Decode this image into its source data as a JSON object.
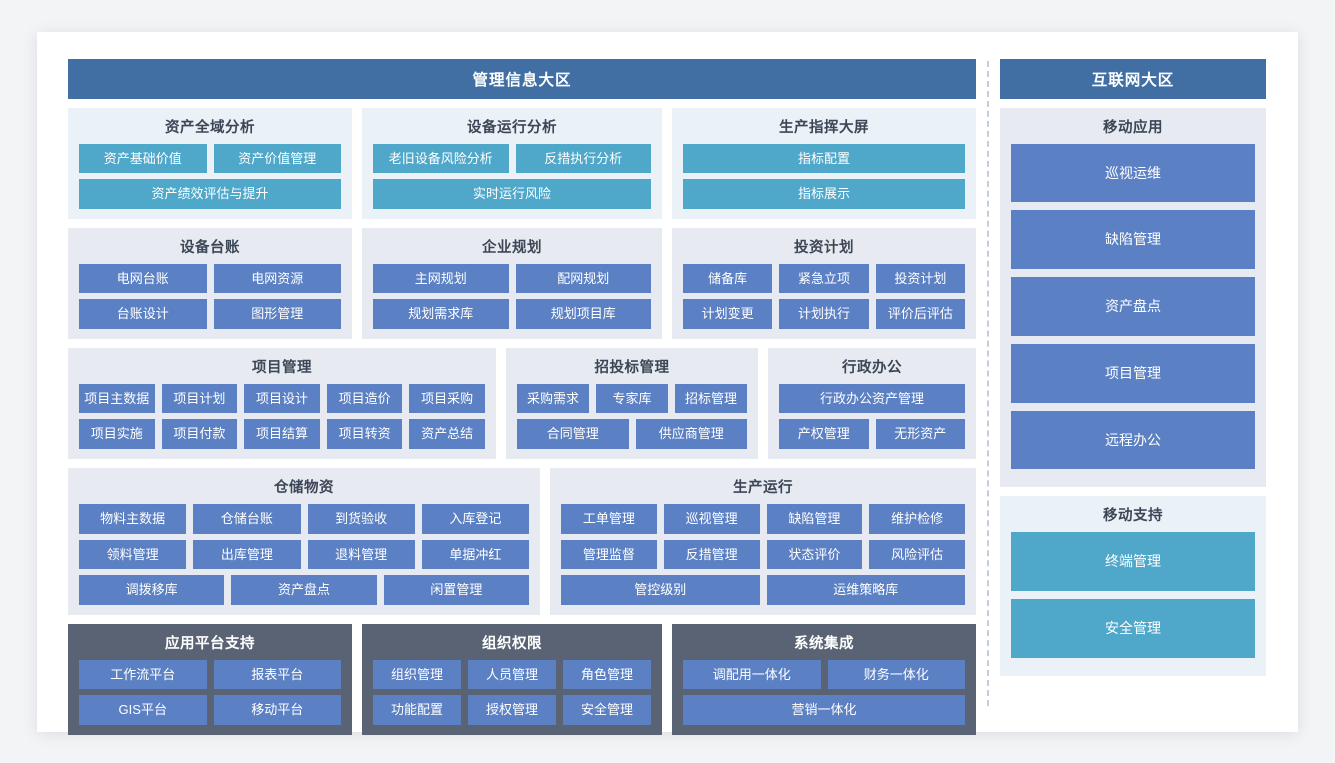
{
  "colors": {
    "header_bar": "#416fa3",
    "tile_cyan": "#4fa7c9",
    "tile_blue": "#5b80c4",
    "card_cyan_tint": "#eaf2f8",
    "card_gray_tint": "#e7ebf1",
    "card_dark": "#5a6374",
    "page_background": "#f3f4f6"
  },
  "left_zone": {
    "header": "管理信息大区",
    "groups": [
      {
        "title": "资产全域分析",
        "style": "tint-cyan",
        "tile_style": "cyan",
        "rows": [
          [
            "资产基础价值",
            "资产价值管理"
          ],
          [
            "资产绩效评估与提升"
          ]
        ]
      },
      {
        "title": "设备运行分析",
        "style": "tint-cyan",
        "tile_style": "cyan",
        "rows": [
          [
            "老旧设备风险分析",
            "反措执行分析"
          ],
          [
            "实时运行风险"
          ]
        ]
      },
      {
        "title": "生产指挥大屏",
        "style": "tint-cyan",
        "tile_style": "cyan",
        "rows": [
          [
            "指标配置"
          ],
          [
            "指标展示"
          ]
        ]
      },
      {
        "title": "设备台账",
        "style": "tint-gray",
        "tile_style": "blue",
        "rows": [
          [
            "电网台账",
            "电网资源"
          ],
          [
            "台账设计",
            "图形管理"
          ]
        ]
      },
      {
        "title": "企业规划",
        "style": "tint-gray",
        "tile_style": "blue",
        "rows": [
          [
            "主网规划",
            "配网规划"
          ],
          [
            "规划需求库",
            "规划项目库"
          ]
        ]
      },
      {
        "title": "投资计划",
        "style": "tint-gray",
        "tile_style": "blue",
        "rows": [
          [
            "储备库",
            "紧急立项",
            "投资计划"
          ],
          [
            "计划变更",
            "计划执行",
            "评价后评估"
          ]
        ]
      },
      {
        "title": "项目管理",
        "style": "tint-gray",
        "tile_style": "blue",
        "rows": [
          [
            "项目主数据",
            "项目计划",
            "项目设计",
            "项目造价",
            "项目采购"
          ],
          [
            "项目实施",
            "项目付款",
            "项目结算",
            "项目转资",
            "资产总结"
          ]
        ]
      },
      {
        "title": "招投标管理",
        "style": "tint-gray",
        "tile_style": "blue",
        "rows": [
          [
            "采购需求",
            "专家库",
            "招标管理"
          ],
          [
            "合同管理",
            "供应商管理"
          ]
        ]
      },
      {
        "title": "行政办公",
        "style": "tint-gray",
        "tile_style": "blue",
        "rows": [
          [
            "行政办公资产管理"
          ],
          [
            "产权管理",
            "无形资产"
          ]
        ]
      },
      {
        "title": "仓储物资",
        "style": "tint-gray",
        "tile_style": "blue",
        "rows": [
          [
            "物料主数据",
            "仓储台账",
            "到货验收",
            "入库登记"
          ],
          [
            "领料管理",
            "出库管理",
            "退料管理",
            "单据冲红"
          ],
          [
            "调拨移库",
            "资产盘点",
            "闲置管理"
          ]
        ]
      },
      {
        "title": "生产运行",
        "style": "tint-gray",
        "tile_style": "blue",
        "rows": [
          [
            "工单管理",
            "巡视管理",
            "缺陷管理",
            "维护检修"
          ],
          [
            "管理监督",
            "反措管理",
            "状态评价",
            "风险评估"
          ],
          [
            "管控级别",
            "运维策略库"
          ]
        ]
      },
      {
        "title": "应用平台支持",
        "style": "tint-dark",
        "tile_style": "slate",
        "rows": [
          [
            "工作流平台",
            "报表平台"
          ],
          [
            "GIS平台",
            "移动平台"
          ]
        ]
      },
      {
        "title": "组织权限",
        "style": "tint-dark",
        "tile_style": "slate",
        "rows": [
          [
            "组织管理",
            "人员管理",
            "角色管理"
          ],
          [
            "功能配置",
            "授权管理",
            "安全管理"
          ]
        ]
      },
      {
        "title": "系统集成",
        "style": "tint-dark",
        "tile_style": "slate",
        "rows": [
          [
            "调配用一体化",
            "财务一体化"
          ],
          [
            "营销一体化"
          ]
        ]
      }
    ]
  },
  "right_zone": {
    "header": "互联网大区",
    "groups": [
      {
        "title": "移动应用",
        "style": "tint-gray",
        "tile_style": "blue",
        "rows": [
          [
            "巡视运维"
          ],
          [
            "缺陷管理"
          ],
          [
            "资产盘点"
          ],
          [
            "项目管理"
          ],
          [
            "远程办公"
          ]
        ]
      },
      {
        "title": "移动支持",
        "style": "tint-cyan",
        "tile_style": "cyan",
        "rows": [
          [
            "终端管理"
          ],
          [
            "安全管理"
          ]
        ]
      }
    ]
  }
}
